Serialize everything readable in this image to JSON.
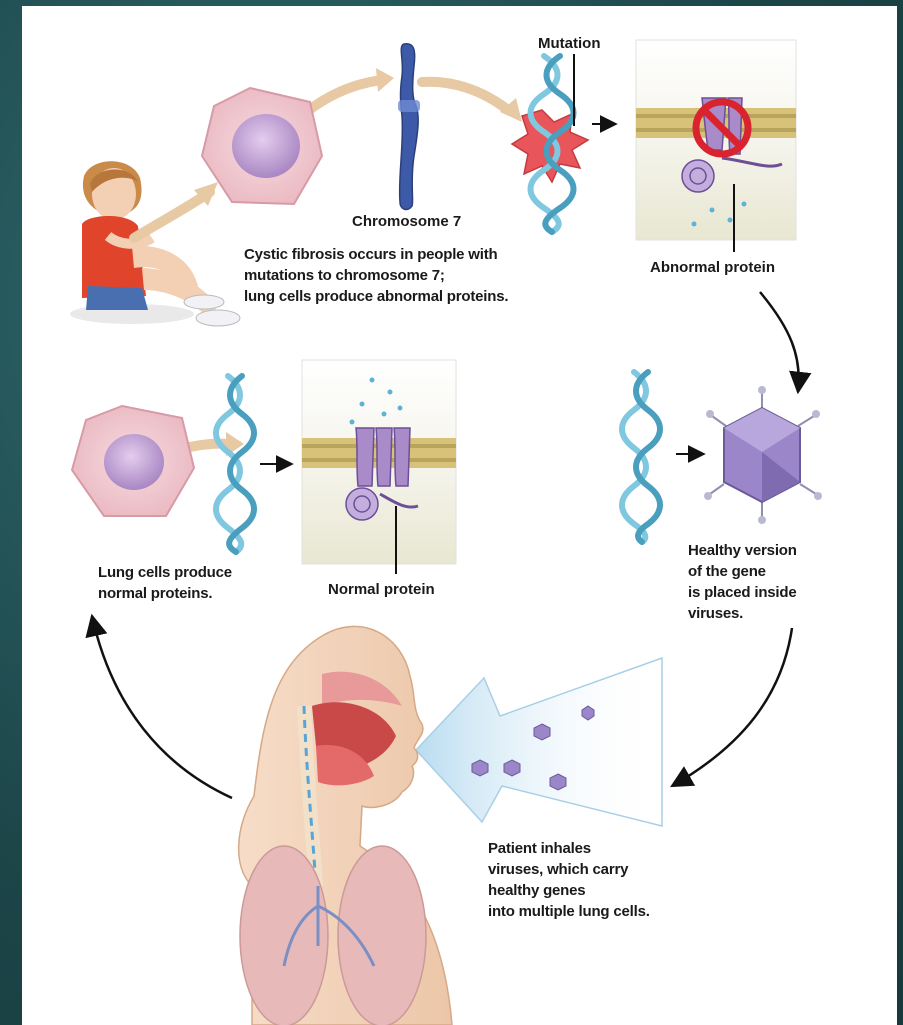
{
  "labels": {
    "mutation": "Mutation",
    "chromosome": "Chromosome 7",
    "abnormal_protein": "Abnormal protein",
    "normal_protein": "Normal protein",
    "cystic_caption": [
      "Cystic fibrosis occurs in people with",
      "mutations to chromosome 7;",
      "lung cells produce abnormal proteins."
    ],
    "lung_caption": [
      "Lung cells produce",
      "normal proteins."
    ],
    "healthy_caption": [
      "Healthy version",
      "of the gene",
      "is placed inside",
      "viruses."
    ],
    "patient_caption": [
      "Patient inhales",
      "viruses, which carry",
      "healthy genes",
      "into multiple lung cells."
    ]
  },
  "colors": {
    "slide_background": "#1f4a4f",
    "panel": "#ffffff",
    "cell": "#f2c9cf",
    "nucleus": "#c9a6d6",
    "chromosome": "#3d5aa8",
    "dna": "#7fc8e0",
    "mutation_burst": "#e8555a",
    "virus": "#9a86c9",
    "arrow": "#e7c9a3",
    "inhale_stream": "#cfe6f4",
    "membrane": "#d8c27a",
    "protein": "#a98bc9",
    "prohibit": "#d9232e"
  },
  "icons": [
    "cell-icon",
    "chromosome-icon",
    "dna-icon",
    "virus-icon",
    "prohibit-icon",
    "girl-icon",
    "respiratory-icon"
  ]
}
